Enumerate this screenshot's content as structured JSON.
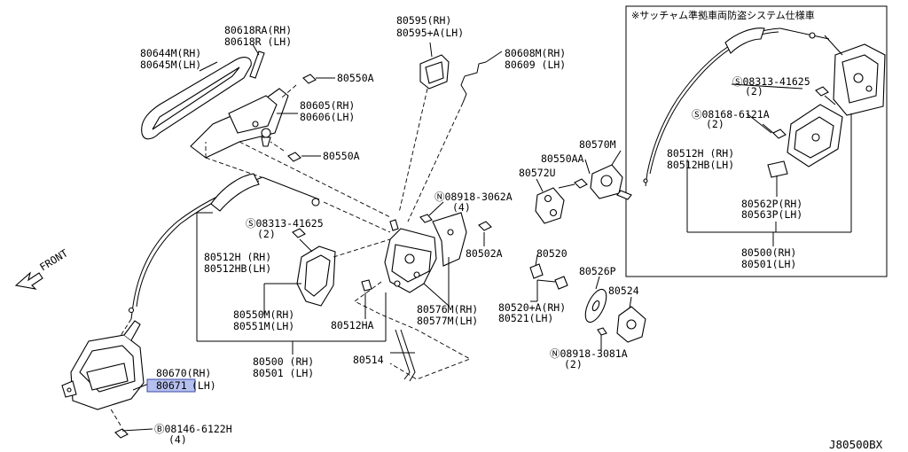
{
  "diagram_code": "J80500BX",
  "front_label": "FRONT",
  "inset": {
    "title": "※サッチャム準拠車両防盗システム仕様車",
    "labels": {
      "scr_08313": "Ⓢ08313-41625",
      "scr_08313_qty": "(2)",
      "scr_08168": "Ⓢ08168-6121A",
      "scr_08168_qty": "(2)",
      "cable_rh": "80512H  (RH)",
      "cable_lh": "80512HB(LH)",
      "clip_rh": "80562P(RH)",
      "clip_lh": "80563P(LH)",
      "lock_rh": "80500(RH)",
      "lock_lh": "80501(LH)"
    }
  },
  "labels": {
    "handle_rh": "80644M(RH)",
    "handle_lh": "80645M(LH)",
    "pad_rh": "80618RA(RH)",
    "pad_lh": "80618R (LH)",
    "screw_80550A_1": "80550A",
    "bracket_rh": "80605(RH)",
    "bracket_lh": "80606(LH)",
    "screw_80550A_2": "80550A",
    "cover_rh": "80595(RH)",
    "cover_lh": "80595+A(LH)",
    "rod_rh": "80608M(RH)",
    "rod_lh": "80609 (LH)",
    "nut_08918": "Ⓝ08918-3062A",
    "nut_08918_qty": "(4)",
    "scr_08313": "Ⓢ08313-41625",
    "scr_08313_qty": "(2)",
    "cable_rh": "80512H  (RH)",
    "cable_lh": "80512HB(LH)",
    "act_rh": "80550M(RH)",
    "act_lh": "80551M(LH)",
    "cable_80512HA": "80512HA",
    "lock_rh": "80500 (RH)",
    "lock_lh": "80501 (LH)",
    "rod_80514": "80514",
    "bolt_80502A": "80502A",
    "rodset_rh": "80576M(RH)",
    "rodset_lh": "80577M(LH)",
    "striker_80570M": "80570M",
    "screw_80550AA": "80550AA",
    "shim_80572U": "80572U",
    "part_80520": "80520",
    "part_80526P": "80526P",
    "part_80524": "80524",
    "cyl_rh": "80520+A(RH)",
    "cyl_lh": "80521(LH)",
    "nut_08918b": "Ⓝ08918-3081A",
    "nut_08918b_qty": "(2)",
    "inner_rh": "80670(RH)",
    "inner_lh": "(LH)",
    "inner_lh_hl": "80671",
    "bolt_08146": "Ⓑ08146-6122H",
    "bolt_08146_qty": "(4)"
  },
  "colors": {
    "highlight": "#b6c0ee",
    "highlight_border": "#3b47a8",
    "line": "#000000"
  }
}
